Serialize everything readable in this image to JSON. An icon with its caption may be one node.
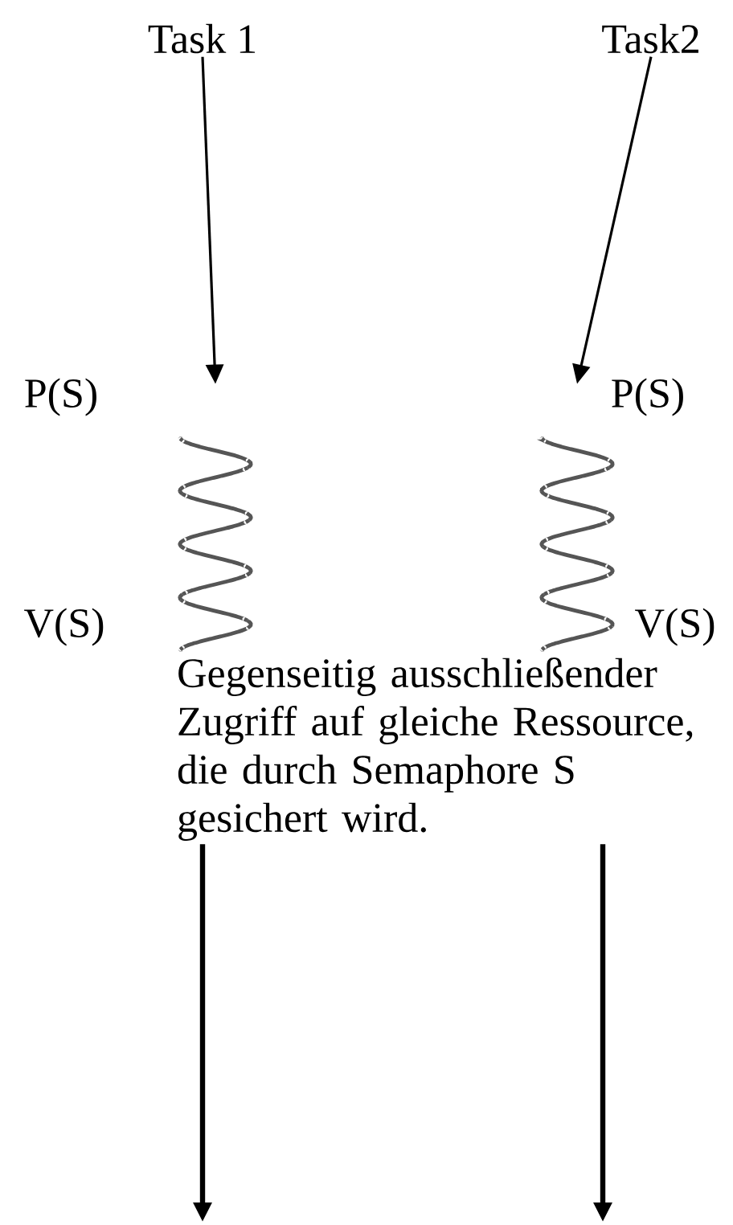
{
  "diagram": {
    "nodes": [
      {
        "text": [
          "Task 1"
        ]
      },
      {
        "text": [
          "Task2"
        ]
      },
      {
        "text": [],
        "shape": "wave",
        "beside": [
          "P(S)",
          "V(S)"
        ]
      },
      {
        "text": [],
        "shape": "wave",
        "beside": [
          "P(S)",
          "V(S)"
        ]
      },
      {
        "text": [
          "Gegenseitig ausschließender Zugriff auf gleiche Ressource, die durch Semaphore S gesichert wird."
        ]
      }
    ],
    "edges": [
      {
        "from": 0,
        "to": 2,
        "arrow": "to"
      },
      {
        "from": 1,
        "to": 3,
        "arrow": "to"
      },
      {
        "from": 4,
        "to": null,
        "arrow": "to",
        "style": "thick"
      },
      {
        "from": 4,
        "to": null,
        "arrow": "to",
        "style": "thick"
      }
    ]
  }
}
